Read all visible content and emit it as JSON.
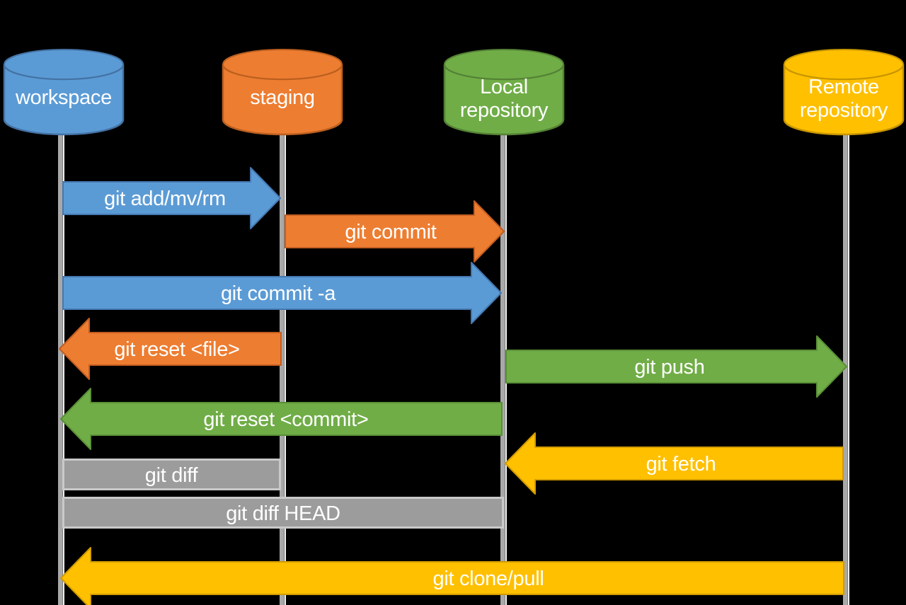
{
  "diagram": {
    "background": "#000000",
    "lifeline_color": "#A8A8A8",
    "stores": [
      {
        "label": "workspace",
        "fill": "#5B9BD5",
        "stroke": "#4472A4"
      },
      {
        "label": "staging",
        "fill": "#ED7D31",
        "stroke": "#BB5F1F"
      },
      {
        "label": "Local\nrepository",
        "fill": "#70AD47",
        "stroke": "#548235"
      },
      {
        "label": "Remote\nrepository",
        "fill": "#FFC000",
        "stroke": "#C79600"
      }
    ],
    "commands": [
      {
        "label": "git add/mv/rm",
        "from": "workspace",
        "to": "staging",
        "fill": "#5B9BD5",
        "stroke": "#4577B0"
      },
      {
        "label": "git commit",
        "from": "staging",
        "to": "Local repository",
        "fill": "#ED7D31",
        "stroke": "#C45D20"
      },
      {
        "label": "git commit -a",
        "from": "workspace",
        "to": "Local repository",
        "fill": "#5B9BD5",
        "stroke": "#4577B0"
      },
      {
        "label": "git reset <file>",
        "from": "staging",
        "to": "workspace",
        "fill": "#ED7D31",
        "stroke": "#C45D20"
      },
      {
        "label": "git push",
        "from": "Local repository",
        "to": "Remote repository",
        "fill": "#70AD47",
        "stroke": "#5A8F37"
      },
      {
        "label": "git reset <commit>",
        "from": "Local repository",
        "to": "workspace",
        "fill": "#70AD47",
        "stroke": "#5A8F37"
      },
      {
        "label": "git fetch",
        "from": "Remote repository",
        "to": "Local repository",
        "fill": "#FFC000",
        "stroke": "#D29B00"
      },
      {
        "label": "git diff",
        "from": "workspace",
        "to": "staging",
        "fill": "#9C9C9C",
        "stroke": "#C9C9C9"
      },
      {
        "label": "git diff HEAD",
        "from": "workspace",
        "to": "Local repository",
        "fill": "#9C9C9C",
        "stroke": "#C9C9C9"
      },
      {
        "label": "git clone/pull",
        "from": "Remote repository",
        "to": "workspace",
        "fill": "#FFC000",
        "stroke": "#D29B00"
      }
    ]
  }
}
